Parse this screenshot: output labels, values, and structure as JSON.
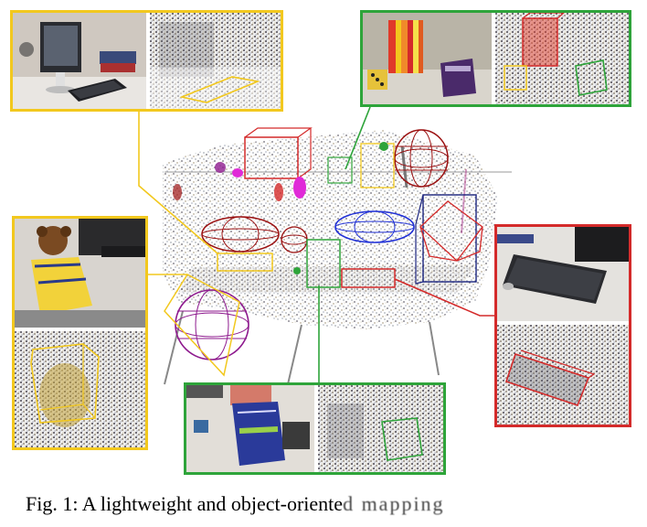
{
  "figure": {
    "colors": {
      "yellow": "#f2c81e",
      "green": "#2ea43a",
      "red": "#d42a2a",
      "darkred": "#9b1010",
      "blue": "#1f2fd6",
      "navy": "#1a237e",
      "purple": "#8e1a8e",
      "magenta": "#e02ad8",
      "pointcloud": "#6c6a70"
    },
    "icons": [
      "monitor-keyboard-photo",
      "pointcloud-keyboard",
      "bookshelf-photo",
      "pointcloud-books",
      "teddy-bear-photo",
      "pointcloud-teddy",
      "keyboard-photo",
      "pointcloud-keyboard-box",
      "book-photo",
      "pointcloud-book"
    ]
  },
  "caption": {
    "text": "Fig. 1: A lightweight and object-oriente",
    "trail": "d  mapping"
  }
}
